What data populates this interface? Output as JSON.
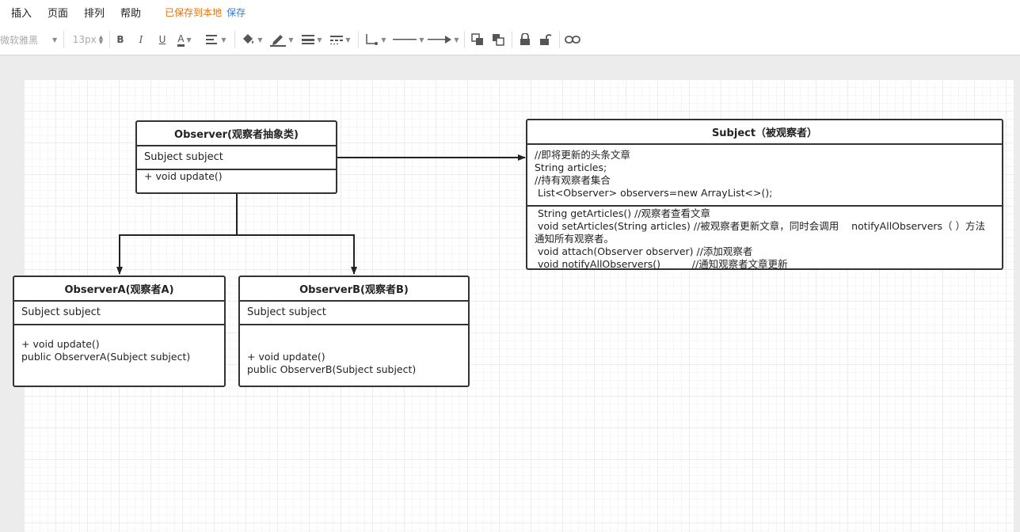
{
  "menu": {
    "items": [
      "插入",
      "页面",
      "排列",
      "帮助"
    ],
    "save_status": "已保存到本地",
    "save_link": "保存"
  },
  "toolbar": {
    "font_family": "微软雅黑",
    "font_size": "13px",
    "bold": "B",
    "italic": "I",
    "underline": "U",
    "font_color": "A"
  },
  "diagram": {
    "observer": {
      "title": "Observer(观察者抽象类)",
      "attributes": [
        "Subject subject"
      ],
      "methods": [
        "+ void update()"
      ]
    },
    "subject": {
      "title": "Subject（被观察者）",
      "attributes": [
        "//即将更新的头条文章",
        "String articles;",
        "//持有观察者集合",
        " List<Observer> observers=new ArrayList<>();"
      ],
      "methods": [
        " String getArticles() //观察者查看文章",
        " void setArticles(String articles) //被观察者更新文章，同时会调用    notifyAllObservers（ ）方法",
        "通知所有观察者。",
        " void attach(Observer observer) //添加观察者",
        " void notifyAllObservers()          //通知观察者文章更新"
      ]
    },
    "observer_a": {
      "title": "ObserverA(观察者A)",
      "attributes": [
        "Subject subject"
      ],
      "methods": [
        "+ void update()",
        "public ObserverA(Subject subject)"
      ]
    },
    "observer_b": {
      "title": "ObserverB(观察者B)",
      "attributes": [
        "Subject subject"
      ],
      "methods": [
        "+ void update()",
        "public ObserverB(Subject subject)"
      ]
    }
  }
}
